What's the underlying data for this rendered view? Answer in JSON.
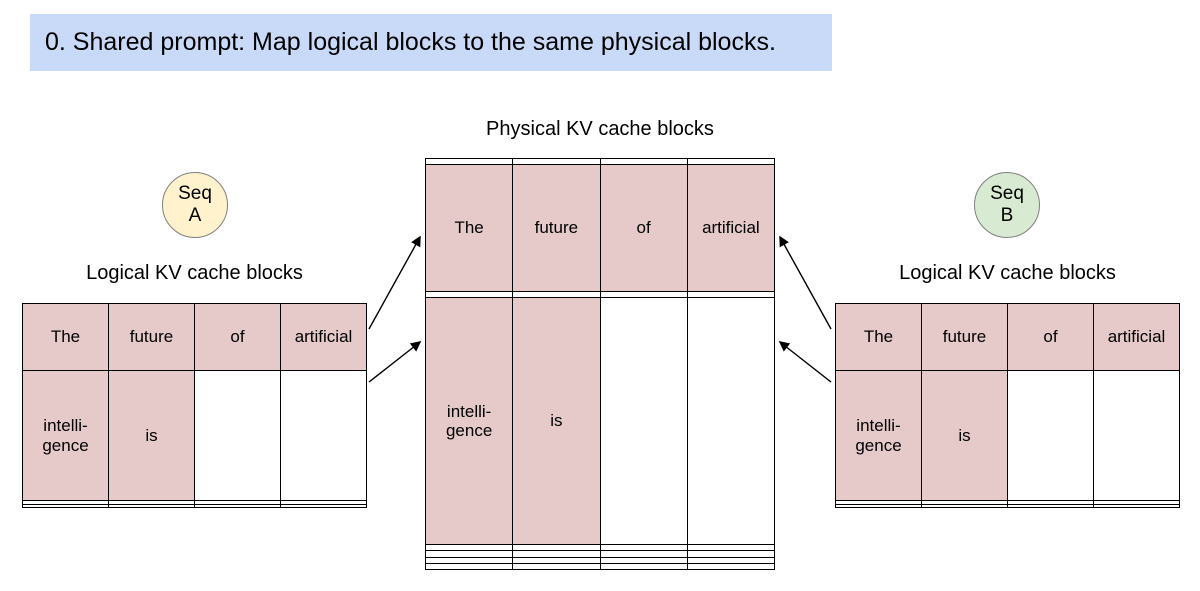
{
  "colors": {
    "banner-bg": "#c9daf8",
    "cell-filled": "#e6caca",
    "seq-a-bg": "#fff2cc",
    "seq-b-bg": "#d9ead3",
    "arrow": "#000000"
  },
  "title": "0. Shared prompt: Map logical blocks to the same physical blocks.",
  "physical": {
    "label": "Physical KV cache blocks",
    "rows": [
      [
        "",
        "",
        "",
        ""
      ],
      [
        "The",
        "future",
        "of",
        "artificial"
      ],
      [
        "",
        "",
        "",
        ""
      ],
      [
        "intelli-\ngence",
        "is",
        "",
        ""
      ],
      [
        "",
        "",
        "",
        ""
      ],
      [
        "",
        "",
        "",
        ""
      ],
      [
        "",
        "",
        "",
        ""
      ],
      [
        "",
        "",
        "",
        ""
      ]
    ]
  },
  "seq_a": {
    "label": "Seq\nA"
  },
  "seq_b": {
    "label": "Seq\nB"
  },
  "logical_a": {
    "label": "Logical KV cache blocks",
    "rows": [
      [
        "The",
        "future",
        "of",
        "artificial"
      ],
      [
        "intelli-\ngence",
        "is",
        "",
        ""
      ],
      [
        "",
        "",
        "",
        ""
      ],
      [
        "",
        "",
        "",
        ""
      ]
    ]
  },
  "logical_b": {
    "label": "Logical KV cache blocks",
    "rows": [
      [
        "The",
        "future",
        "of",
        "artificial"
      ],
      [
        "intelli-\ngence",
        "is",
        "",
        ""
      ],
      [
        "",
        "",
        "",
        ""
      ],
      [
        "",
        "",
        "",
        ""
      ]
    ]
  }
}
